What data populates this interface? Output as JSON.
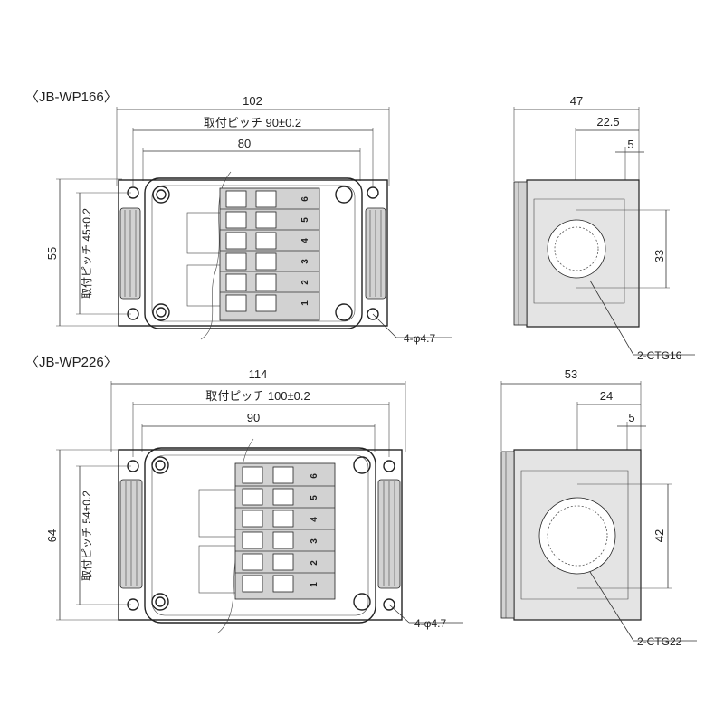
{
  "diagrams": [
    {
      "model_label": "〈JB-WP166〉",
      "front": {
        "overall_width": "102",
        "mount_pitch_h": "取付ピッチ 90±0.2",
        "inner_width": "80",
        "height": "55",
        "mount_pitch_v": "取付ピッチ 45±0.2",
        "hole_callout": "4-φ4.7",
        "terminals": [
          "6",
          "5",
          "4",
          "3",
          "2",
          "1"
        ]
      },
      "side": {
        "depth": "47",
        "center": "22.5",
        "flange": "5",
        "port_height": "33",
        "port_callout": "2-CTG16"
      }
    },
    {
      "model_label": "〈JB-WP226〉",
      "front": {
        "overall_width": "114",
        "mount_pitch_h": "取付ピッチ 100±0.2",
        "inner_width": "90",
        "height": "64",
        "mount_pitch_v": "取付ピッチ 54±0.2",
        "hole_callout": "4-φ4.7",
        "terminals": [
          "6",
          "5",
          "4",
          "3",
          "2",
          "1"
        ]
      },
      "side": {
        "depth": "53",
        "center": "24",
        "flange": "5",
        "port_height": "42",
        "port_callout": "2-CTG22"
      }
    }
  ]
}
